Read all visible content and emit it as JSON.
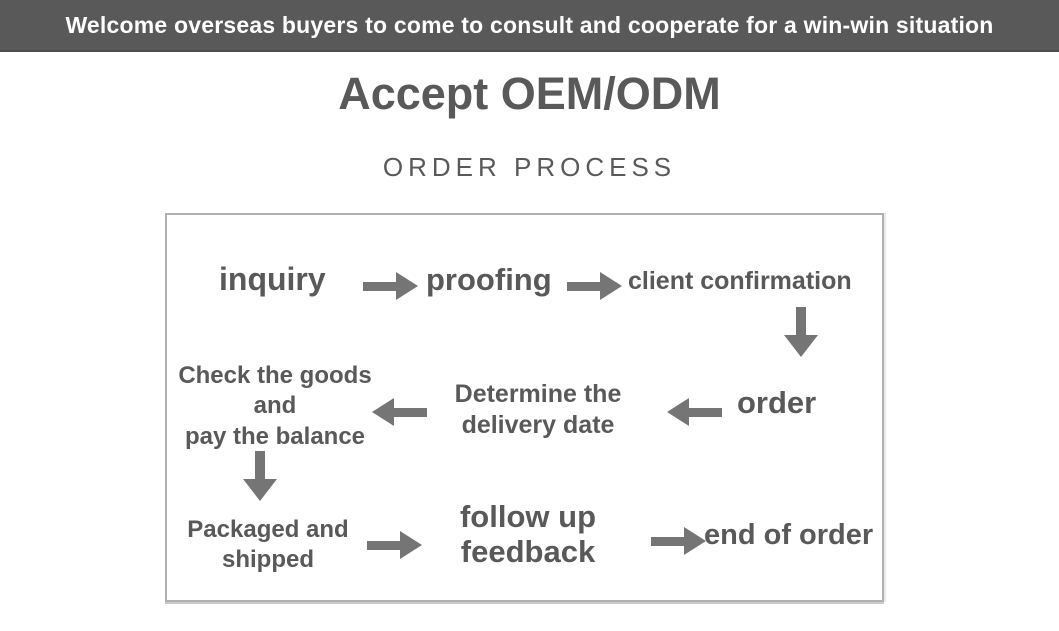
{
  "banner": {
    "text": "Welcome overseas buyers to come to consult and cooperate for a win-win situation"
  },
  "header": {
    "title": "Accept OEM/ODM",
    "subtitle": "ORDER PROCESS"
  },
  "process": {
    "steps": {
      "inquiry": "inquiry",
      "proofing": "proofing",
      "client_confirmation": "client confirmation",
      "order": "order",
      "determine_delivery": "Determine the\ndelivery date",
      "check_goods": "Check the goods\nand\npay the balance",
      "packaged_shipped": "Packaged and\nshipped",
      "follow_up": "follow up\nfeedback",
      "end_of_order": "end of order"
    },
    "flow_order": [
      "inquiry",
      "proofing",
      "client_confirmation",
      "order",
      "determine_delivery",
      "check_goods",
      "packaged_shipped",
      "follow_up",
      "end_of_order"
    ]
  },
  "colors": {
    "banner_bg": "#595959",
    "banner_text": "#ffffff",
    "heading_text": "#595959",
    "step_text": "#595959",
    "arrow": "#757575",
    "box_border": "#b0b0b0",
    "page_bg": "#ffffff"
  }
}
